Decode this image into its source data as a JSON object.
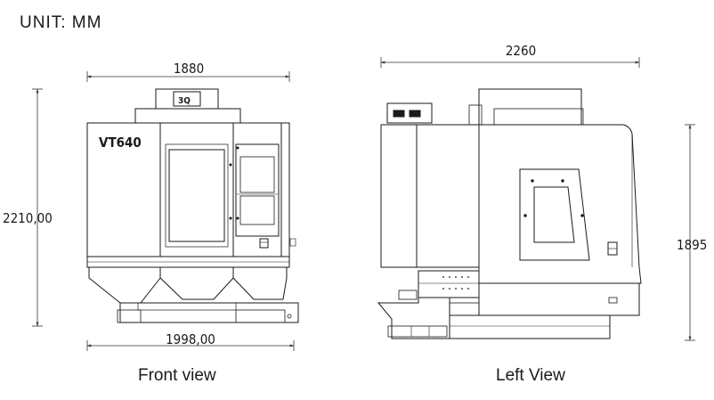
{
  "title": "UNIT: MM",
  "front_view": {
    "caption": "Front view",
    "brand_label": "VT640",
    "logo_label": "3Q",
    "dim_top_width": "1880",
    "dim_height": "2210,00",
    "dim_base_width": "1998,00"
  },
  "left_view": {
    "caption": "Left View",
    "dim_length": "2260",
    "dim_height": "1895"
  },
  "colors": {
    "line": "#1a1a1a",
    "dimension": "#333333",
    "background": "#ffffff"
  }
}
